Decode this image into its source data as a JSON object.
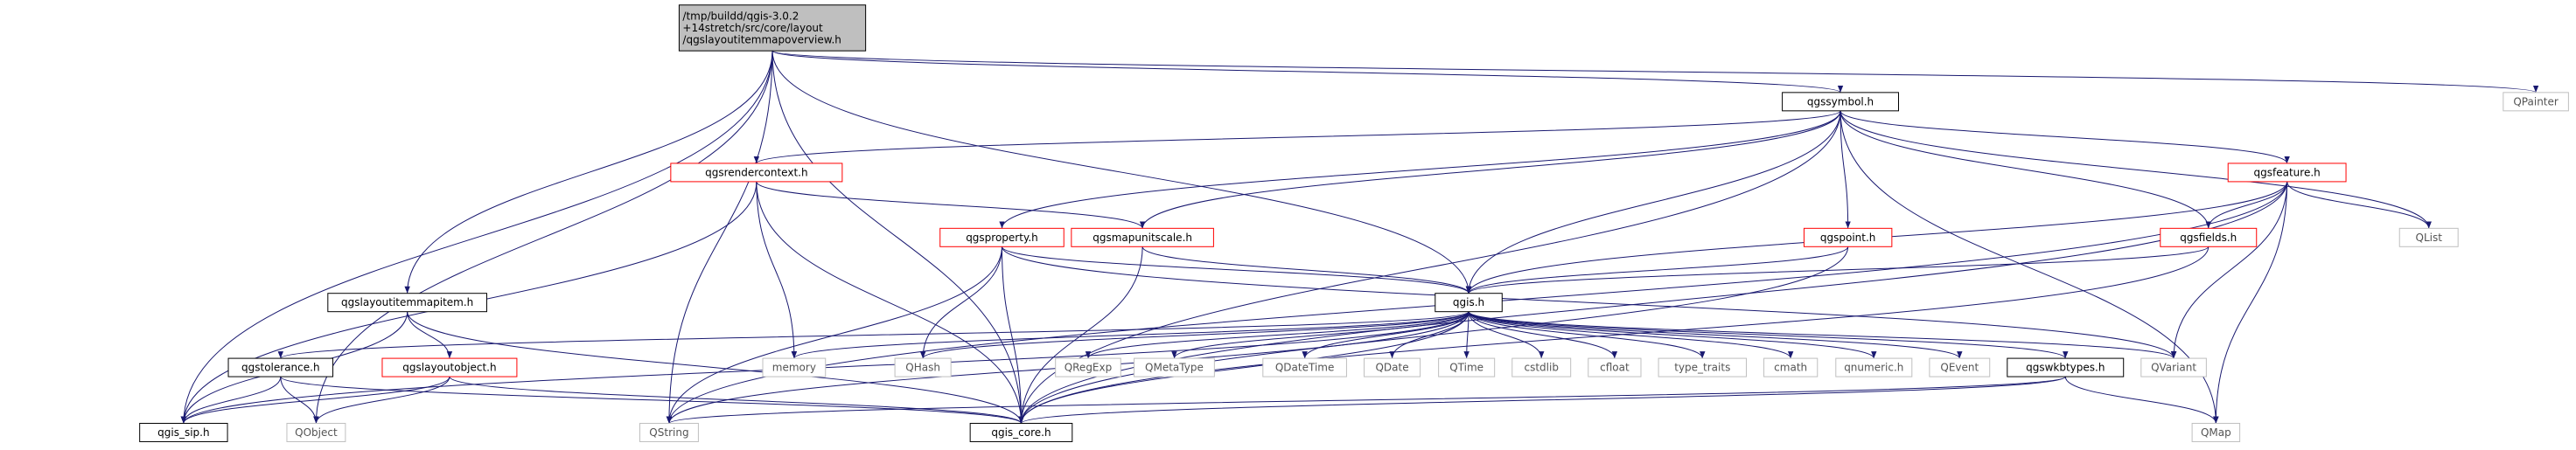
{
  "diagram": {
    "colors": {
      "edge": "#191970",
      "root_fill": "#bfbfbf",
      "box_black": "#000000",
      "box_red": "#ff0000",
      "box_gray": "#bfbfbf",
      "text_black": "#000000",
      "text_gray": "#545454"
    },
    "nodes": {
      "root": {
        "lines": [
          "/tmp/buildd/qgis-3.0.2",
          "+14stretch/src/core/layout",
          "/qgslayoutitemmapoverview.h"
        ],
        "style": "root"
      },
      "qpainter": {
        "lines": [
          "QPainter"
        ],
        "style": "gray"
      },
      "qgssymbol": {
        "lines": [
          "qgssymbol.h"
        ],
        "style": "black"
      },
      "qgsrendercontext": {
        "lines": [
          "qgsrendercontext.h"
        ],
        "style": "red"
      },
      "qgsfeature": {
        "lines": [
          "qgsfeature.h"
        ],
        "style": "red"
      },
      "qgsproperty": {
        "lines": [
          "qgsproperty.h"
        ],
        "style": "red"
      },
      "qgsmapunitscale": {
        "lines": [
          "qgsmapunitscale.h"
        ],
        "style": "red"
      },
      "qgspoint": {
        "lines": [
          "qgspoint.h"
        ],
        "style": "red"
      },
      "qgsfields": {
        "lines": [
          "qgsfields.h"
        ],
        "style": "red"
      },
      "qlist": {
        "lines": [
          "QList"
        ],
        "style": "gray"
      },
      "qgslayoutitemmapitem": {
        "lines": [
          "qgslayoutitemmapitem.h"
        ],
        "style": "black"
      },
      "qgis": {
        "lines": [
          "qgis.h"
        ],
        "style": "black"
      },
      "qgstolerance": {
        "lines": [
          "qgstolerance.h"
        ],
        "style": "black"
      },
      "qgslayoutobject": {
        "lines": [
          "qgslayoutobject.h"
        ],
        "style": "red"
      },
      "memory": {
        "lines": [
          "memory"
        ],
        "style": "gray"
      },
      "qhash": {
        "lines": [
          "QHash"
        ],
        "style": "gray"
      },
      "qregexp": {
        "lines": [
          "QRegExp"
        ],
        "style": "gray"
      },
      "qmetatype": {
        "lines": [
          "QMetaType"
        ],
        "style": "gray"
      },
      "qdatetime": {
        "lines": [
          "QDateTime"
        ],
        "style": "gray"
      },
      "qdate": {
        "lines": [
          "QDate"
        ],
        "style": "gray"
      },
      "qtime": {
        "lines": [
          "QTime"
        ],
        "style": "gray"
      },
      "cstdlib": {
        "lines": [
          "cstdlib"
        ],
        "style": "gray"
      },
      "cfloat": {
        "lines": [
          "cfloat"
        ],
        "style": "gray"
      },
      "type_traits": {
        "lines": [
          "type_traits"
        ],
        "style": "gray"
      },
      "cmath": {
        "lines": [
          "cmath"
        ],
        "style": "gray"
      },
      "qnumeric": {
        "lines": [
          "qnumeric.h"
        ],
        "style": "gray"
      },
      "qevent": {
        "lines": [
          "QEvent"
        ],
        "style": "gray"
      },
      "qgswkbtypes": {
        "lines": [
          "qgswkbtypes.h"
        ],
        "style": "black"
      },
      "qvariant": {
        "lines": [
          "QVariant"
        ],
        "style": "gray"
      },
      "qgis_sip": {
        "lines": [
          "qgis_sip.h"
        ],
        "style": "black"
      },
      "qobject": {
        "lines": [
          "QObject"
        ],
        "style": "gray"
      },
      "qstring": {
        "lines": [
          "QString"
        ],
        "style": "gray"
      },
      "qgis_core": {
        "lines": [
          "qgis_core.h"
        ],
        "style": "black"
      },
      "qmap": {
        "lines": [
          "QMap"
        ],
        "style": "gray"
      }
    },
    "edges": [
      [
        "root",
        "qpainter"
      ],
      [
        "root",
        "qgssymbol"
      ],
      [
        "root",
        "qgslayoutitemmapitem"
      ],
      [
        "root",
        "qgis"
      ],
      [
        "root",
        "qgis_sip"
      ],
      [
        "root",
        "qobject"
      ],
      [
        "root",
        "qstring"
      ],
      [
        "root",
        "qgis_core"
      ],
      [
        "qgssymbol",
        "qgsrendercontext"
      ],
      [
        "qgssymbol",
        "qgsfeature"
      ],
      [
        "qgssymbol",
        "qgsproperty"
      ],
      [
        "qgssymbol",
        "qgsmapunitscale"
      ],
      [
        "qgssymbol",
        "qgspoint"
      ],
      [
        "qgssymbol",
        "qgsfields"
      ],
      [
        "qgssymbol",
        "qlist"
      ],
      [
        "qgssymbol",
        "qgis"
      ],
      [
        "qgssymbol",
        "qgis_core"
      ],
      [
        "qgssymbol",
        "qmap"
      ],
      [
        "qgsrendercontext",
        "qgsmapunitscale"
      ],
      [
        "qgsrendercontext",
        "memory"
      ],
      [
        "qgsrendercontext",
        "qgis_sip"
      ],
      [
        "qgsrendercontext",
        "qgis_core"
      ],
      [
        "qgsfeature",
        "qgsfields"
      ],
      [
        "qgsfeature",
        "qlist"
      ],
      [
        "qgsfeature",
        "qgis"
      ],
      [
        "qgsfeature",
        "qvariant"
      ],
      [
        "qgsfeature",
        "qgis_core"
      ],
      [
        "qgsfeature",
        "qmap"
      ],
      [
        "qgsfeature",
        "qstring"
      ],
      [
        "qgsproperty",
        "qgis"
      ],
      [
        "qgsproperty",
        "qhash"
      ],
      [
        "qgsproperty",
        "qstring"
      ],
      [
        "qgsproperty",
        "qgis_core"
      ],
      [
        "qgsproperty",
        "qvariant"
      ],
      [
        "qgsmapunitscale",
        "qgis"
      ],
      [
        "qgsmapunitscale",
        "qgis_core"
      ],
      [
        "qgspoint",
        "qgis"
      ],
      [
        "qgspoint",
        "qgis_core"
      ],
      [
        "qgsfields",
        "qgis"
      ],
      [
        "qgsfields",
        "qgis_core"
      ],
      [
        "qgslayoutitemmapitem",
        "qgslayoutobject"
      ],
      [
        "qgslayoutitemmapitem",
        "qgis_sip"
      ],
      [
        "qgslayoutitemmapitem",
        "qgis_core"
      ],
      [
        "qgslayoutobject",
        "qgis_sip"
      ],
      [
        "qgslayoutobject",
        "qobject"
      ],
      [
        "qgslayoutobject",
        "qgis_core"
      ],
      [
        "qgstolerance",
        "qgis_sip"
      ],
      [
        "qgstolerance",
        "qobject"
      ],
      [
        "qgstolerance",
        "qgis_core"
      ],
      [
        "qgis",
        "qgstolerance"
      ],
      [
        "qgis",
        "memory"
      ],
      [
        "qgis",
        "qhash"
      ],
      [
        "qgis",
        "qregexp"
      ],
      [
        "qgis",
        "qmetatype"
      ],
      [
        "qgis",
        "qdatetime"
      ],
      [
        "qgis",
        "qdate"
      ],
      [
        "qgis",
        "qtime"
      ],
      [
        "qgis",
        "cstdlib"
      ],
      [
        "qgis",
        "cfloat"
      ],
      [
        "qgis",
        "type_traits"
      ],
      [
        "qgis",
        "cmath"
      ],
      [
        "qgis",
        "qnumeric"
      ],
      [
        "qgis",
        "qevent"
      ],
      [
        "qgis",
        "qgswkbtypes"
      ],
      [
        "qgis",
        "qvariant"
      ],
      [
        "qgis",
        "qgis_sip"
      ],
      [
        "qgis",
        "qstring"
      ],
      [
        "qgis",
        "qgis_core"
      ],
      [
        "qgswkbtypes",
        "qgis_core"
      ],
      [
        "qgswkbtypes",
        "qstring"
      ],
      [
        "qgswkbtypes",
        "qmap"
      ]
    ]
  }
}
